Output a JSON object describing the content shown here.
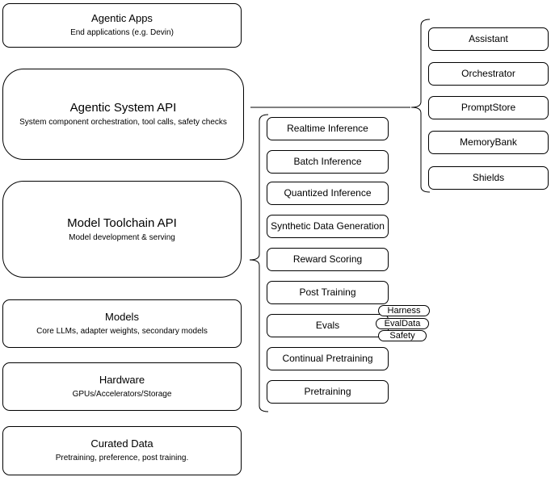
{
  "stack": [
    {
      "title": "Agentic Apps",
      "subtitle": "End applications (e.g. Devin)"
    },
    {
      "title": "Agentic System API",
      "subtitle": "System component orchestration, tool calls, safety checks"
    },
    {
      "title": "Model Toolchain API",
      "subtitle": "Model development & serving"
    },
    {
      "title": "Models",
      "subtitle": "Core LLMs, adapter weights, secondary models"
    },
    {
      "title": "Hardware",
      "subtitle": "GPUs/Accelerators/Storage"
    },
    {
      "title": "Curated Data",
      "subtitle": "Pretraining, preference, post training."
    }
  ],
  "toolchain": {
    "items": [
      {
        "label": "Realtime Inference"
      },
      {
        "label": "Batch Inference"
      },
      {
        "label": "Quantized Inference"
      },
      {
        "label": "Synthetic Data Generation"
      },
      {
        "label": "Reward Scoring"
      },
      {
        "label": "Post Training"
      },
      {
        "label": "Evals"
      },
      {
        "label": "Continual Pretraining"
      },
      {
        "label": "Pretraining"
      }
    ],
    "evals_tags": [
      {
        "label": "Harness"
      },
      {
        "label": "EvalData"
      },
      {
        "label": "Safety"
      }
    ]
  },
  "system_components": {
    "items": [
      {
        "label": "Assistant"
      },
      {
        "label": "Orchestrator"
      },
      {
        "label": "PromptStore"
      },
      {
        "label": "MemoryBank"
      },
      {
        "label": "Shields"
      }
    ]
  },
  "colors": {
    "stroke": "#000000",
    "fill": "#ffffff",
    "background": "#ffffff"
  }
}
